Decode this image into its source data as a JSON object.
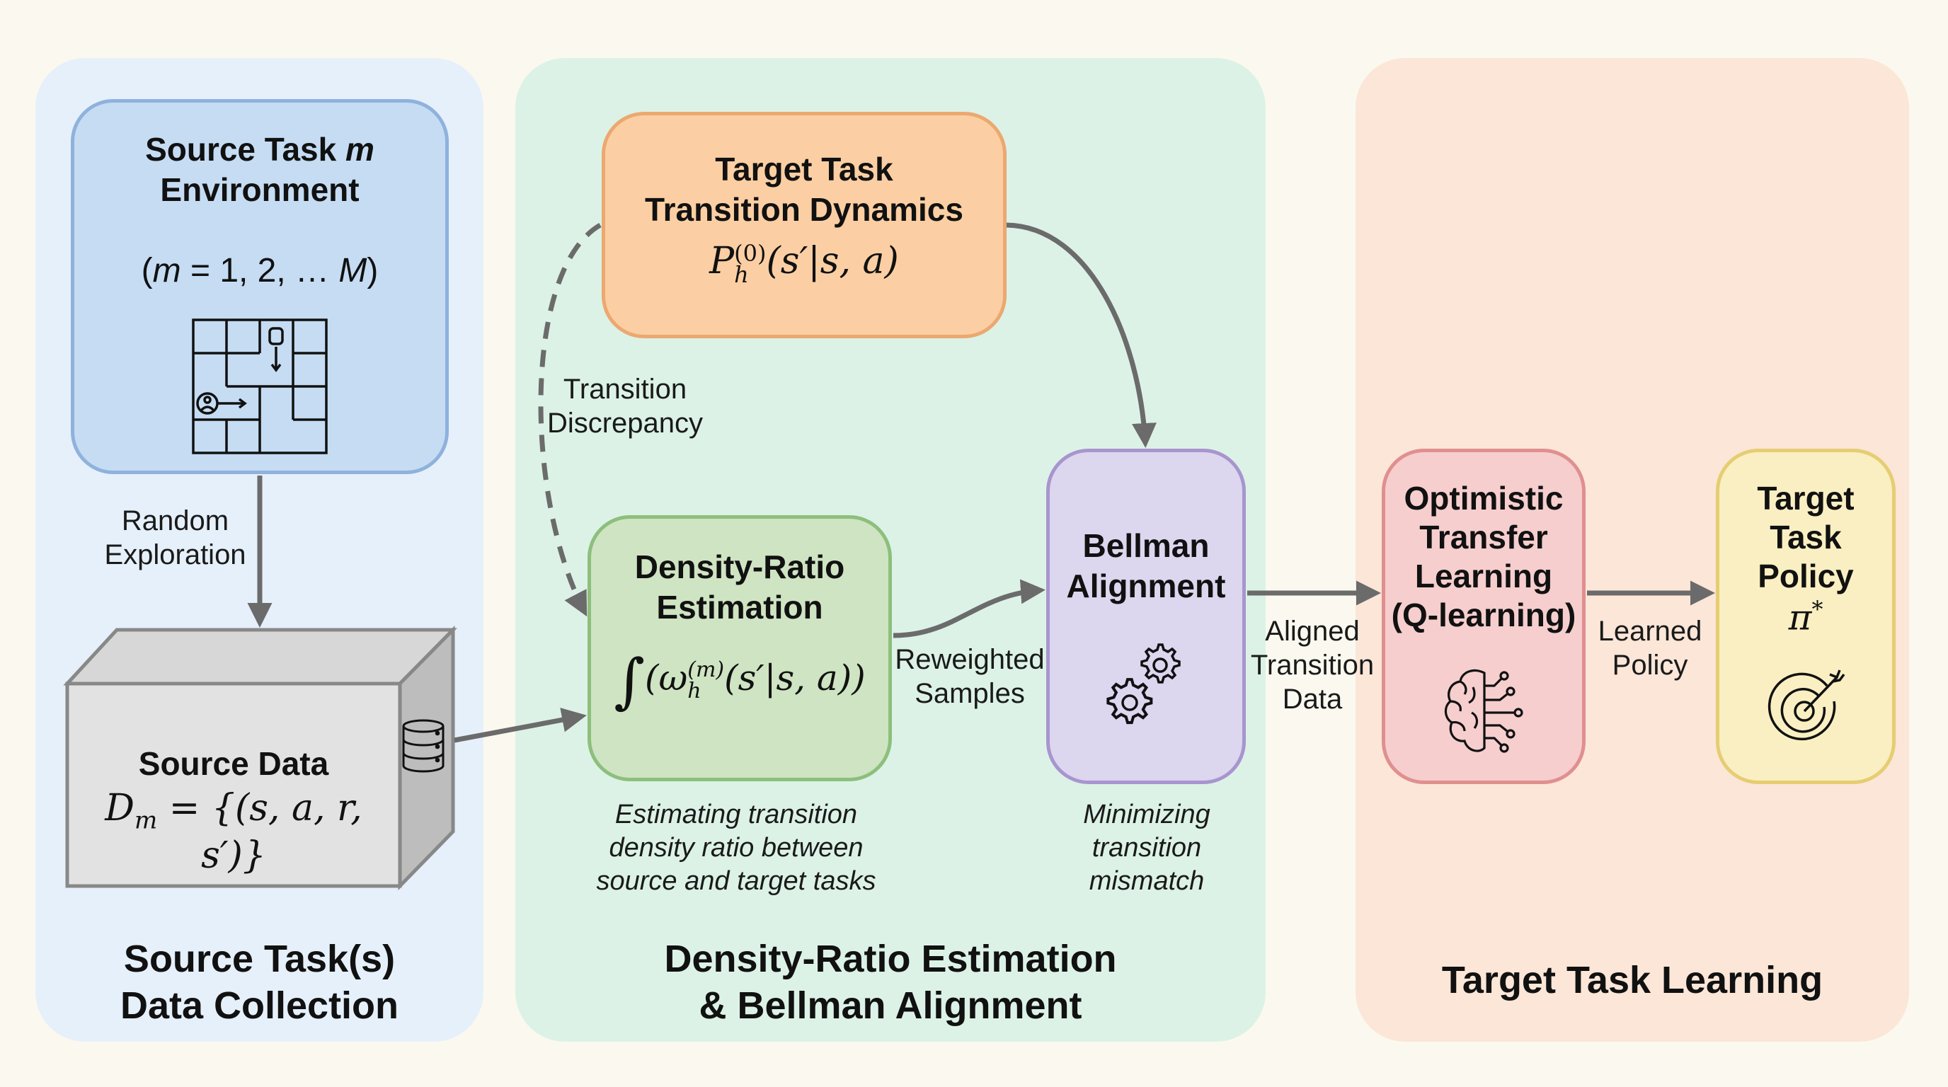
{
  "colors": {
    "background": "#fbf9ef",
    "arrow": "#6b6b6b",
    "panel_source": "#e6f0fa",
    "panel_middle": "#dcf2e6",
    "panel_target": "#fbe6d8",
    "box_source_env": "#c5dcf3",
    "box_target_dynamics": "#fbcfa3",
    "box_density_ratio": "#cfe4c2",
    "box_bellman": "#dcd6ee",
    "box_optimistic": "#f6cece",
    "box_policy": "#faefc2",
    "box_source_data": "#e2e2e2"
  },
  "panels": {
    "source": {
      "title": "Source Task(s)\nData Collection"
    },
    "middle": {
      "title": "Density-Ratio Estimation\n& Bellman Alignment"
    },
    "target": {
      "title": "Target Task Learning"
    }
  },
  "nodes": {
    "source_env": {
      "title_line1": "Source Task ",
      "title_var": "m",
      "title_line2": "Environment",
      "range_open": "(",
      "range_var": "m",
      "range_mid": " = 1, 2, … ",
      "range_end_var": "M",
      "range_close": ")",
      "icon": "gridworld-maze-icon"
    },
    "source_data": {
      "title": "Source Data",
      "formula": "D",
      "formula_sub": "m",
      "formula_rest": " = {(s, a, r, s′)}",
      "icon": "database-icon"
    },
    "target_dynamics": {
      "title": "Target Task\nTransition Dynamics",
      "formula_base": "P",
      "formula_sup": "(0)",
      "formula_sub": "h",
      "formula_rest": "(s′|s, a)"
    },
    "density_ratio": {
      "title": "Density-Ratio\nEstimation",
      "formula_integral": "∫",
      "formula_open": "(ω",
      "formula_sup": "(m)",
      "formula_sub": "h",
      "formula_rest": "(s′|s, a))",
      "caption": "Estimating transition\ndensity ratio between\nsource and target tasks"
    },
    "bellman": {
      "title": "Bellman\nAlignment",
      "icon": "gears-icon",
      "caption": "Minimizing\ntransition\nmismatch"
    },
    "optimistic": {
      "title": "Optimistic\nTransfer\nLearning\n(Q-learning)",
      "icon": "brain-circuit-icon"
    },
    "policy": {
      "title": "Target\nTask\nPolicy",
      "formula": "π",
      "formula_sup": "*",
      "icon": "target-arrow-icon"
    }
  },
  "edges": {
    "random_exploration": "Random\nExploration",
    "transition_discrepancy": "Transition\nDiscrepancy",
    "reweighted_samples": "Reweighted\nSamples",
    "aligned_transition_data": "Aligned\nTransition\nData",
    "learned_policy": "Learned\nPolicy"
  }
}
